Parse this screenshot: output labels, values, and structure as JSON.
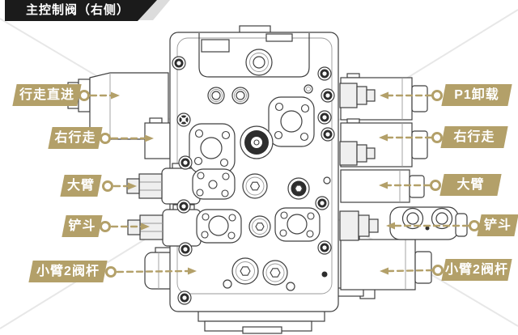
{
  "title": "主控制阀（右侧）",
  "colors": {
    "accent_tan": "#b3a069",
    "title_bg": "#1b1b1b",
    "line": "#3f3f3f",
    "background": "#ffffff"
  },
  "labels": {
    "left": [
      {
        "text": "行走直进"
      },
      {
        "text": "右行走"
      },
      {
        "text": "大臂"
      },
      {
        "text": "铲斗"
      },
      {
        "text": "小臂2阀杆"
      }
    ],
    "right": [
      {
        "text": "P1卸载"
      },
      {
        "text": "右行走"
      },
      {
        "text": "大臂"
      },
      {
        "text": "铲斗"
      },
      {
        "text": "小臂2阀杆"
      }
    ]
  }
}
